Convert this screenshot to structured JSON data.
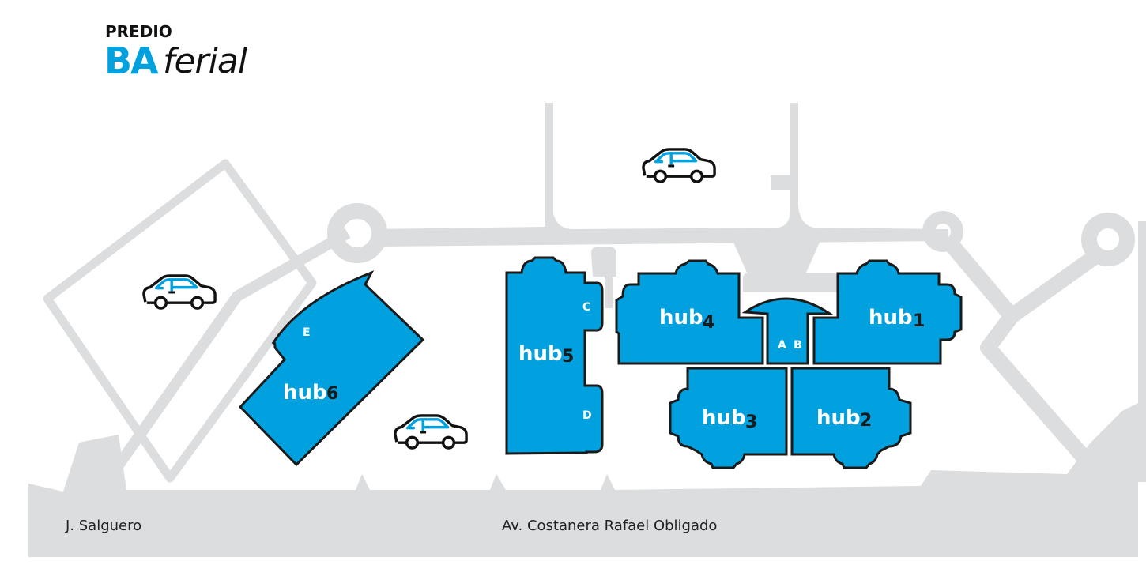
{
  "logo": {
    "line1": "PREDIO",
    "brand": "BA",
    "word": "ferial"
  },
  "streets": {
    "left": "J. Salguero",
    "main": "Av. Costanera Rafael Obligado"
  },
  "hubs": [
    {
      "id": "hub1",
      "word": "hub",
      "number": "1"
    },
    {
      "id": "hub2",
      "word": "hub",
      "number": "2"
    },
    {
      "id": "hub3",
      "word": "hub",
      "number": "3"
    },
    {
      "id": "hub4",
      "word": "hub",
      "number": "4"
    },
    {
      "id": "hub5",
      "word": "hub",
      "number": "5"
    },
    {
      "id": "hub6",
      "word": "hub",
      "number": "6"
    }
  ],
  "sub_areas": {
    "a": "A",
    "b": "B",
    "c": "C",
    "d": "D",
    "e": "E"
  },
  "parking": [
    {
      "icon": "car-icon",
      "label": "parking-north"
    },
    {
      "icon": "car-icon",
      "label": "parking-west"
    },
    {
      "icon": "car-icon",
      "label": "parking-south"
    }
  ],
  "colors": {
    "hub_fill": "#00a1de",
    "road": "#dcdddf",
    "outline": "#1a1a1a",
    "brand": "#00a1de"
  }
}
